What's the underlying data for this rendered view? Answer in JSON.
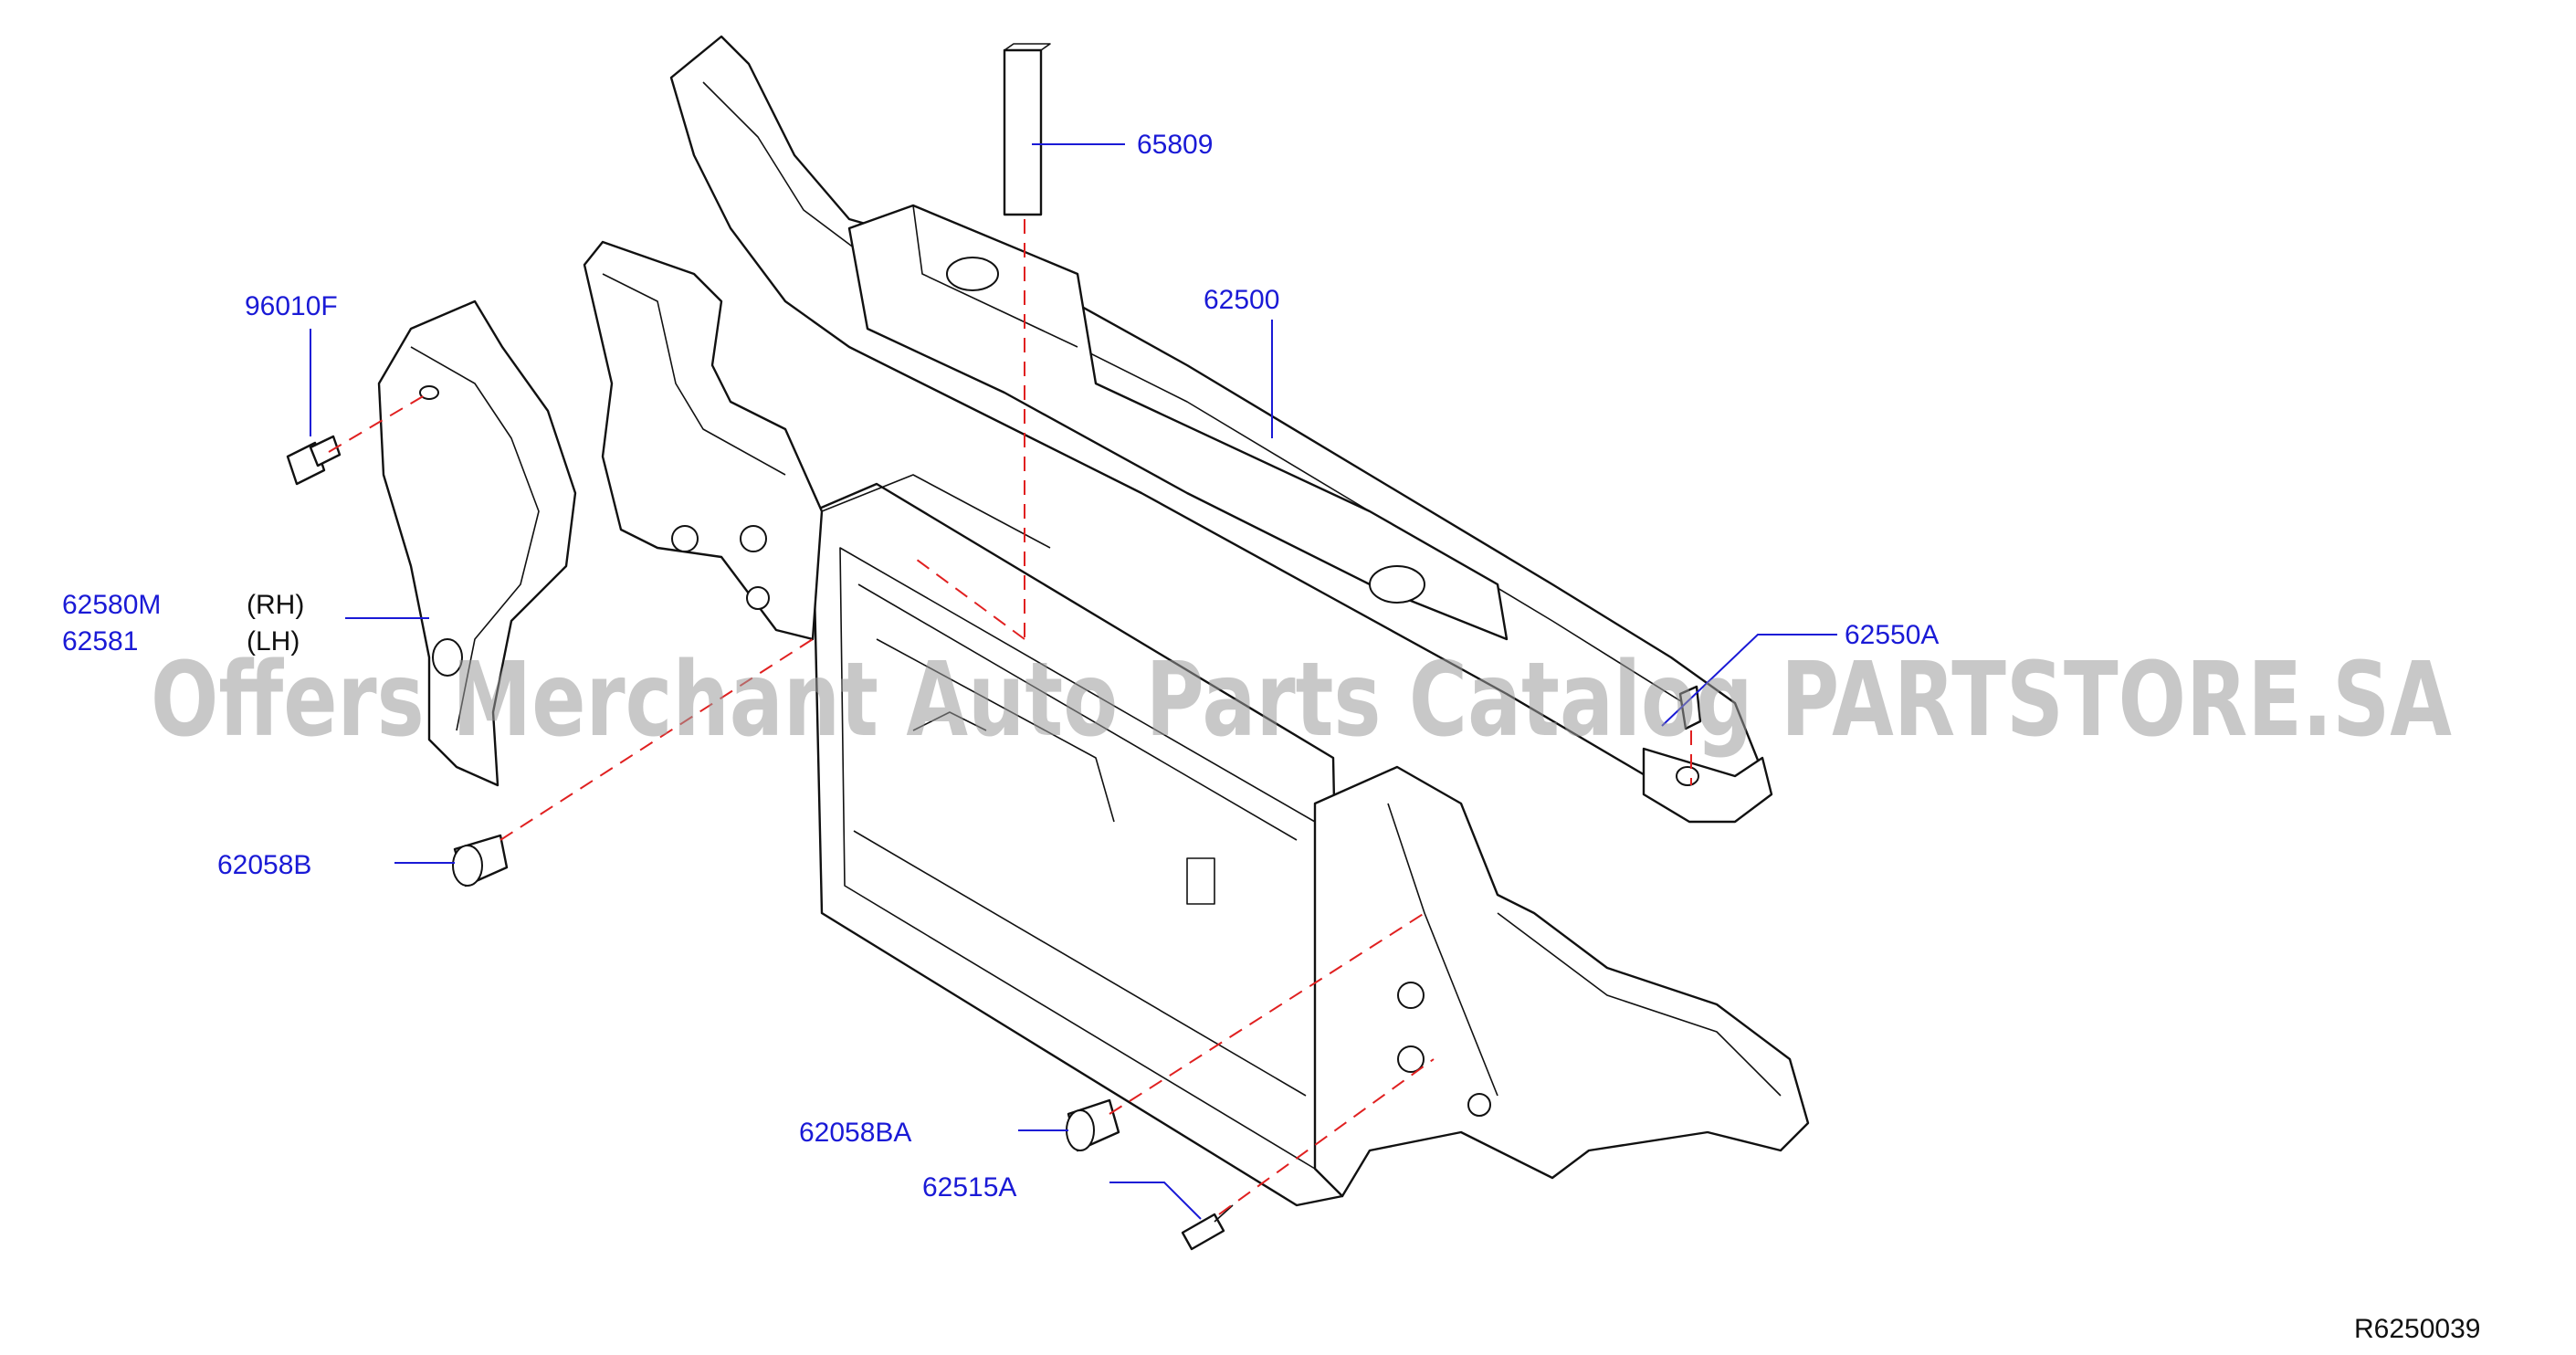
{
  "diagram_code": "R6250039",
  "watermark": "Offers Merchant Auto Parts Catalog PARTSTORE.SA",
  "colors": {
    "label": "#1a1ad6",
    "dashed_line": "#e02020",
    "outline": "#111111",
    "watermark": "#9a9a9a"
  },
  "labels": {
    "p65809": "65809",
    "p62500": "62500",
    "p96010F": "96010F",
    "p62580M": "62580M",
    "p62580M_side": "(RH)",
    "p62581": "62581",
    "p62581_side": "(LH)",
    "p62550A": "62550A",
    "p62058B": "62058B",
    "p62058BA": "62058BA",
    "p62515A": "62515A"
  }
}
